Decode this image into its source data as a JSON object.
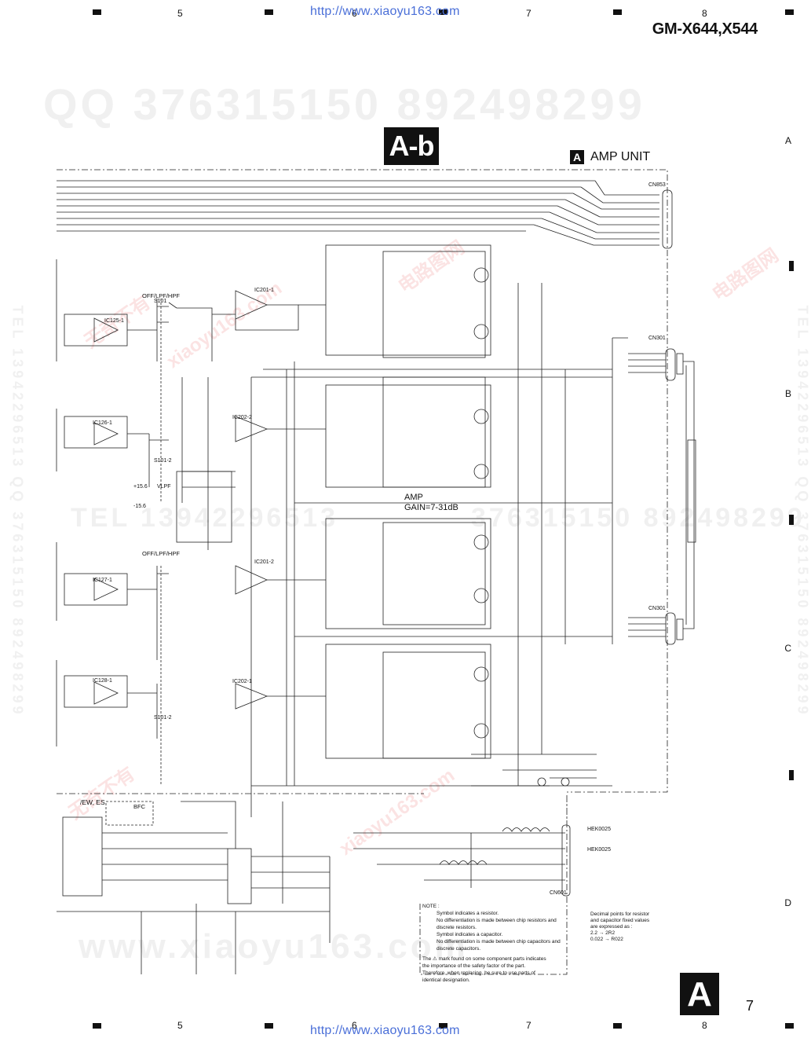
{
  "header": {
    "col_labels": [
      "5",
      "6",
      "7",
      "8"
    ],
    "url": "http://www.xiaoyu163.com",
    "model": "GM-X644,X544"
  },
  "footer": {
    "col_labels": [
      "5",
      "6",
      "7",
      "8"
    ],
    "url": "http://www.xiaoyu163.com",
    "section_tag": "A",
    "page_number": "7"
  },
  "row_labels": [
    "A",
    "B",
    "C",
    "D"
  ],
  "watermarks": {
    "qq_top": "QQ 376315150  892498299",
    "tel_mid": "TEL 13942296513",
    "qq_mid": "376315150  892498299",
    "www_bottom": "www.xiaoyu163.com",
    "side_left": "TEL 13942296513 QQ 376315150 892498299",
    "side_right": "TEL 13942296513 QQ 376315150 892498299",
    "cn_marks": [
      "电路图网",
      "xiaoyu163.com",
      "无奇不有",
      "电路图网",
      "无奇不有",
      "xiaoyu163.com"
    ]
  },
  "diagram": {
    "section_title": "A-b",
    "unit_tag": "A",
    "unit_label": "AMP UNIT",
    "amp_label": "AMP",
    "gain_label": "GAIN=7-31dB",
    "filter_label_1": "OFF/LPF/HPF",
    "filter_label_2": "OFF/LPF/HPF",
    "ew_label": "/EW, ES",
    "bfc_label": "BFC",
    "connectors": [
      "CN853",
      "CN301",
      "CN301",
      "CN601"
    ],
    "ic_labels": [
      "IC201-1",
      "IC202-2",
      "IC201-2",
      "IC202-1",
      "IC125-1",
      "IC126-1",
      "IC127-1",
      "IC128-1"
    ],
    "supply_labels": [
      "+15.6",
      "-15.6",
      "VLPF",
      "HEK0025",
      "HEK0025"
    ],
    "s101_labels": [
      "S101",
      "S101-2",
      "S101-2"
    ]
  },
  "note": {
    "title": "NOTE :",
    "resistor_line1": "Symbol indicates a resistor.",
    "resistor_line2": "No differentiation is made  between chip resistors and",
    "resistor_line3": "discrete resistors.",
    "capacitor_line1": "Symbol indicates a capacitor.",
    "capacitor_line2": "No differentiation is made  between chip capacitors and",
    "capacitor_line3": "discrete capacitors.",
    "safety_line1": "The ⚠ mark found on some component parts indicates",
    "safety_line2": "the importance of the safety factor of the part.",
    "safety_line3": "Therefore, when replacing, be sure to use parts of",
    "safety_line4": "identical designation."
  },
  "decimal_note": {
    "line1": "Decimal points for resistor",
    "line2": "and capacitor fixed values",
    "line3": "are expressed as :",
    "line4": "2.2 → 2R2",
    "line5": "0.022 → R022"
  }
}
